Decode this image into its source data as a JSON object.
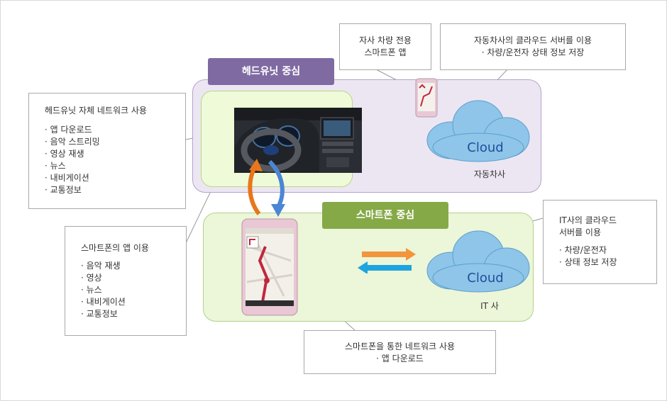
{
  "head_unit_tag": "헤드유닛 중심",
  "smartphone_tag": "스마트폰 중심",
  "head_unit_note": {
    "title": "헤드유닛 자체 네트워크 사용",
    "items": [
      "· 앱 다운로드",
      "· 음악 스트리밍",
      "· 영상 재생",
      "· 뉴스",
      "· 내비게이션",
      "· 교통정보"
    ]
  },
  "carmaker_app_note": {
    "line1": "자사 차량 전용",
    "line2": "스마트폰 앱"
  },
  "carmaker_cloud_note": {
    "line1": "자동차사의 클라우드 서버를 이용",
    "line2": "· 차량/운전자 상태 정보 저장"
  },
  "carmaker_cloud": {
    "cloud_text": "Cloud",
    "label": "자동차사"
  },
  "smartphone_note": {
    "title": "스마트폰의 앱 이용",
    "items": [
      "· 음악 재생",
      "· 영상",
      "· 뉴스",
      "· 내비게이션",
      "· 교통정보"
    ]
  },
  "it_cloud_note": {
    "line1": "IT사의 클라우드",
    "line2": "서버를 이용",
    "items": [
      "· 차량/운전자",
      "· 상태 정보 저장"
    ]
  },
  "it_cloud": {
    "cloud_text": "Cloud",
    "label": "IT 사"
  },
  "network_note": {
    "line1": "스마트폰을 통한 네트워크 사용",
    "line2": "· 앱 다운로드"
  },
  "colors": {
    "purple_panel": "#ece6f3",
    "purple_tag": "#7f6aa2",
    "green_panel": "#ecf6d8",
    "green_tag": "#86a948",
    "arrow_orange": "#e8761b",
    "arrow_blue": "#4a86d4",
    "cloud_blue": "#8cc4e8"
  }
}
